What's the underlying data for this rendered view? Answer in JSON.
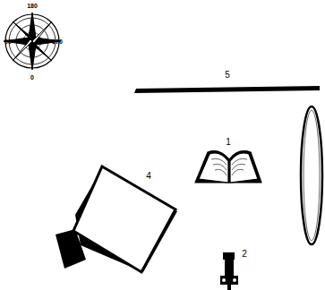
{
  "diagram": {
    "labels": [
      "180",
      "90",
      "270",
      "0",
      "5",
      "1",
      "4",
      "2"
    ]
  }
}
